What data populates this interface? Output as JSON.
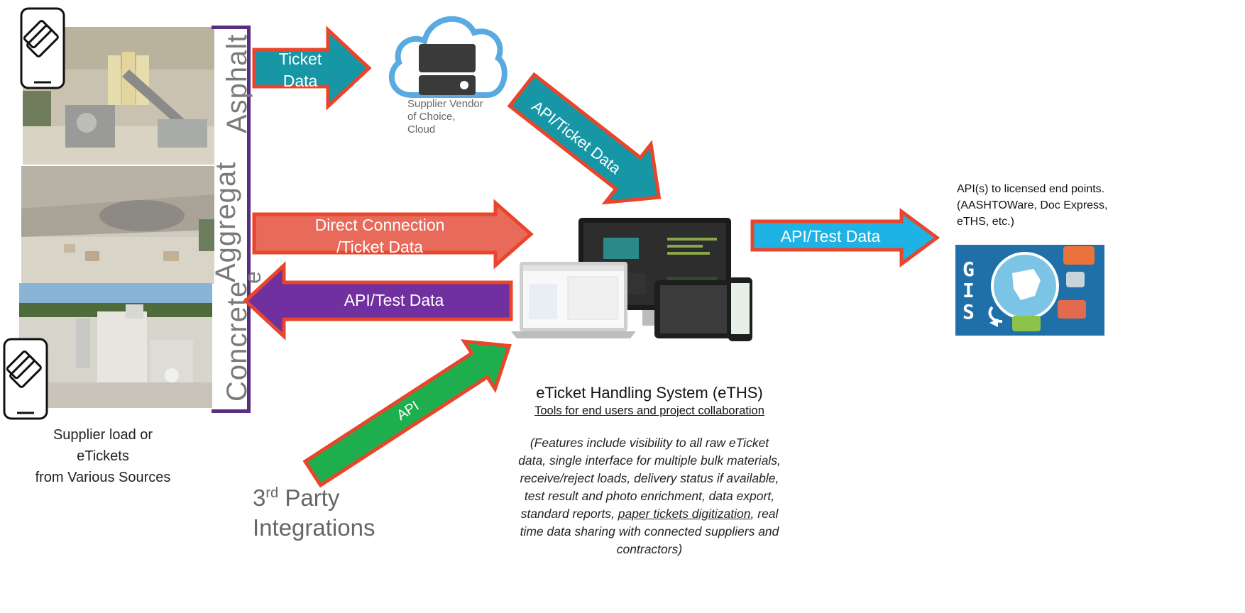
{
  "suppliers": {
    "labels": [
      "Asphalt",
      "Aggregat",
      "e",
      "Concrete"
    ],
    "caption": [
      "Supplier load or",
      "eTickets",
      "from Various Sources"
    ]
  },
  "cloud": {
    "caption": [
      "Supplier Vendor",
      "of Choice,",
      "Cloud"
    ]
  },
  "arrows": {
    "ticket_data": [
      "Ticket",
      "Data"
    ],
    "api_ticket_data": "API/Ticket Data",
    "direct_connection": [
      "Direct Connection",
      "/Ticket Data"
    ],
    "api_test_data_left": "API/Test Data",
    "api_test_data_right": "API/Test Data",
    "api": "API"
  },
  "third_party": {
    "line1_prefix": "3",
    "line1_sup": "rd",
    "line1_suffix": " Party",
    "line2": "Integrations"
  },
  "eths": {
    "title": "eTicket Handling System (eTHS)",
    "subtitle": "Tools for end users and project  collaboration",
    "features_before": "(Features include visibility to all raw eTicket data, single interface for multiple bulk materials, receive/reject loads, delivery status if available, test result and photo enrichment, data export, standard reports, ",
    "features_link": "paper tickets digitization",
    "features_after": ", real time data sharing with connected suppliers and contractors)"
  },
  "endpoints": {
    "caption": [
      "API(s) to licensed end points.",
      "(AASHTOWare, Doc Express,",
      "eTHS, etc.)"
    ],
    "gis_letters": [
      "G",
      "I",
      "S"
    ]
  },
  "colors": {
    "teal": "#1797a6",
    "salmon": "#e86a5a",
    "purple": "#7030a0",
    "cyan": "#1fb2e4",
    "green": "#1fae4d",
    "red_outline": "#e8452b",
    "cloud_blue": "#5aaae2",
    "bracket_purple": "#5b2d7e"
  }
}
